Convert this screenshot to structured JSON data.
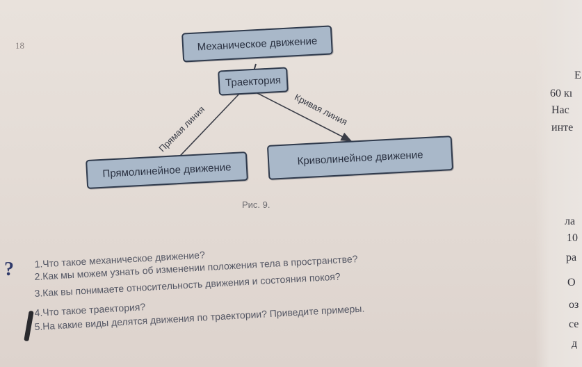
{
  "page_number": "18",
  "diagram": {
    "root": "Механическое движение",
    "middle": "Траектория",
    "left_child": "Прямолинейное движение",
    "right_child": "Криволинейное движение",
    "left_edge_label": "Прямая линия",
    "right_edge_label": "Кривая линия"
  },
  "caption": "Рис. 9.",
  "questions_mark": "?",
  "questions": [
    "1.Что такое механическое движение?",
    "2.Как мы можем узнать об изменении положения тела в пространстве?",
    "3.Как вы понимаете относительность движения и состояния покоя?",
    "4.Что такое траектория?",
    "5.На какие виды делятся движения по траектории? Приведите примеры."
  ],
  "right_page_fragments": [
    "Е",
    "60 кı",
    "Нас",
    "инте",
    "ла",
    "10",
    "ра",
    "О",
    "оз",
    "се",
    "д"
  ],
  "colors": {
    "box_fill": "#a9b8c9",
    "box_border": "#2f3a4c",
    "page_background": "#e6dfd9"
  }
}
